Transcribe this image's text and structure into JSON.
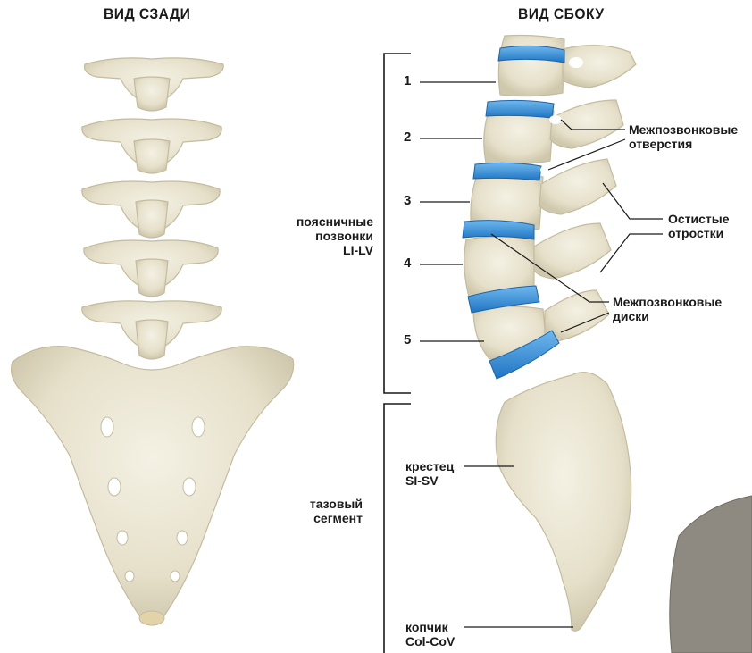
{
  "headers": {
    "back_view": "ВИД СЗАДИ",
    "side_view": "ВИД СБОКУ"
  },
  "vertebra_numbers": [
    "1",
    "2",
    "3",
    "4",
    "5"
  ],
  "labels": {
    "lumbar_line1": "поясничные",
    "lumbar_line2": "позвонки",
    "lumbar_line3": "LI-LV",
    "pelvic_line1": "тазовый",
    "pelvic_line2": "сегмент",
    "foramina_line1": "Межпозвонковые",
    "foramina_line2": "отверстия",
    "spinous_line1": "Остистые",
    "spinous_line2": "отростки",
    "discs_line1": "Межпозвонковые",
    "discs_line2": "диски",
    "sacrum_line1": "крестец",
    "sacrum_line2": "SI-SV",
    "coccyx_line1": "копчик",
    "coccyx_line2": "Col-CoV"
  },
  "colors": {
    "bone": "#ebe6d3",
    "bone_shadow": "#cfc8ad",
    "disc": "#2f8fd8",
    "line": "#1a1a1a"
  }
}
